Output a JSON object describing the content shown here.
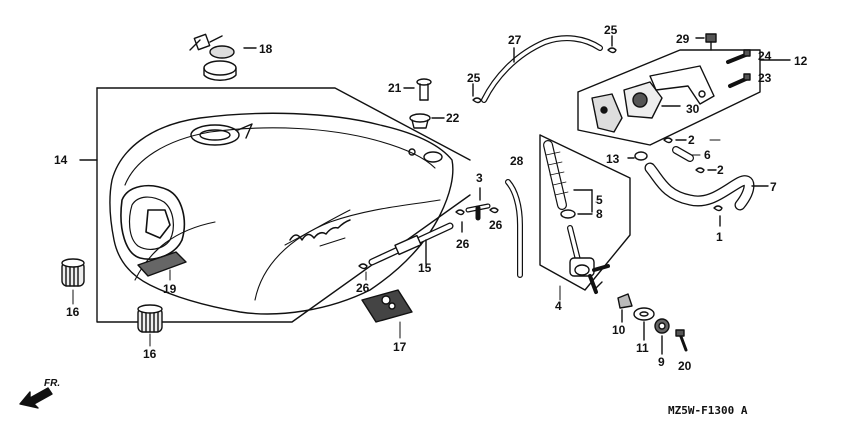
{
  "diagram": {
    "drawing_code": "MZ5W-F1300 A",
    "direction_label": "FR.",
    "callouts": [
      "1",
      "2",
      "2",
      "3",
      "4",
      "5",
      "6",
      "7",
      "8",
      "9",
      "10",
      "11",
      "12",
      "13",
      "14",
      "15",
      "16",
      "16",
      "17",
      "18",
      "19",
      "20",
      "21",
      "22",
      "23",
      "24",
      "25",
      "25",
      "26",
      "26",
      "26",
      "27",
      "28",
      "29",
      "30"
    ]
  }
}
